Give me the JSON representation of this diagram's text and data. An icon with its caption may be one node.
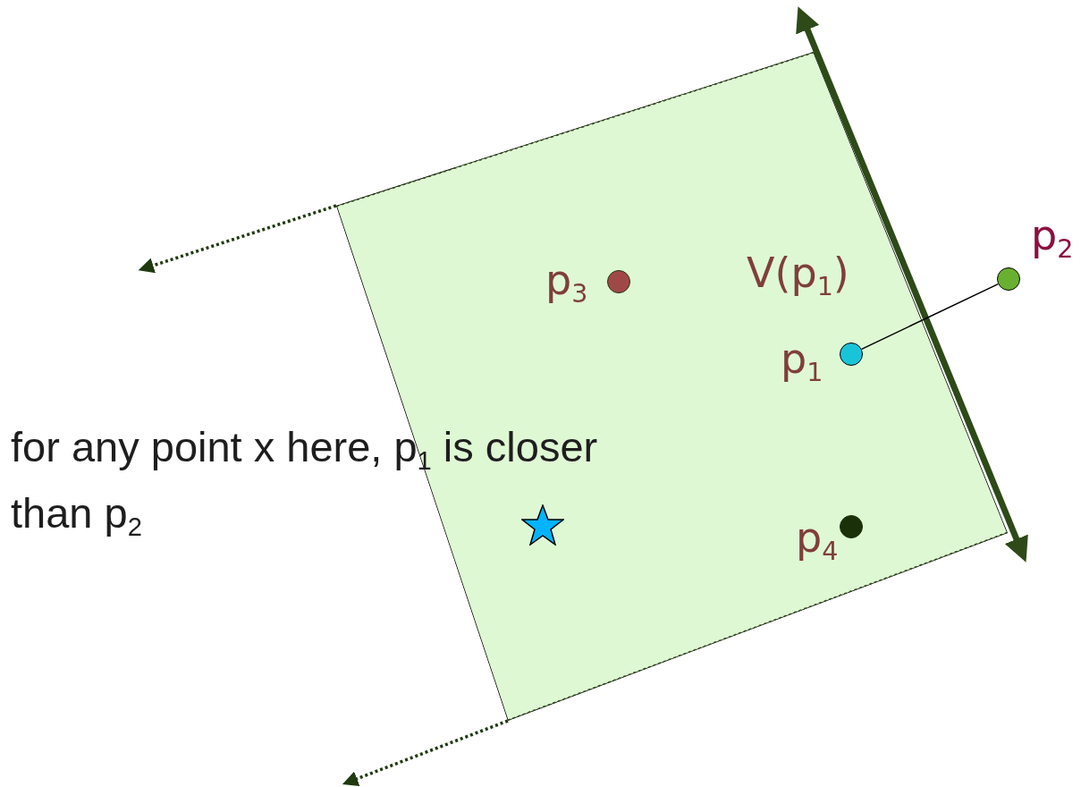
{
  "diagram": {
    "nodes": [
      {
        "text": [
          "V(p$_{1}$)"
        ]
      },
      {
        "text": [],
        "shape": "circle",
        "in": 0,
        "beside": [
          "p$_{3}$"
        ]
      },
      {
        "text": [],
        "shape": "circle",
        "beside": [
          "p$_{2}$"
        ]
      },
      {
        "text": [],
        "shape": "circle",
        "in": 0,
        "beside": [
          "p$_{1}$"
        ]
      },
      {
        "text": [],
        "shape": "circle",
        "in": 0,
        "beside": [
          "p$_{4}$"
        ]
      }
    ],
    "edges": [
      {
        "from": 3,
        "to": 2,
        "arrow": "none"
      }
    ],
    "labels": [
      "for any point x here, p$_{1}$ is closer than p$_{2}$"
    ]
  }
}
